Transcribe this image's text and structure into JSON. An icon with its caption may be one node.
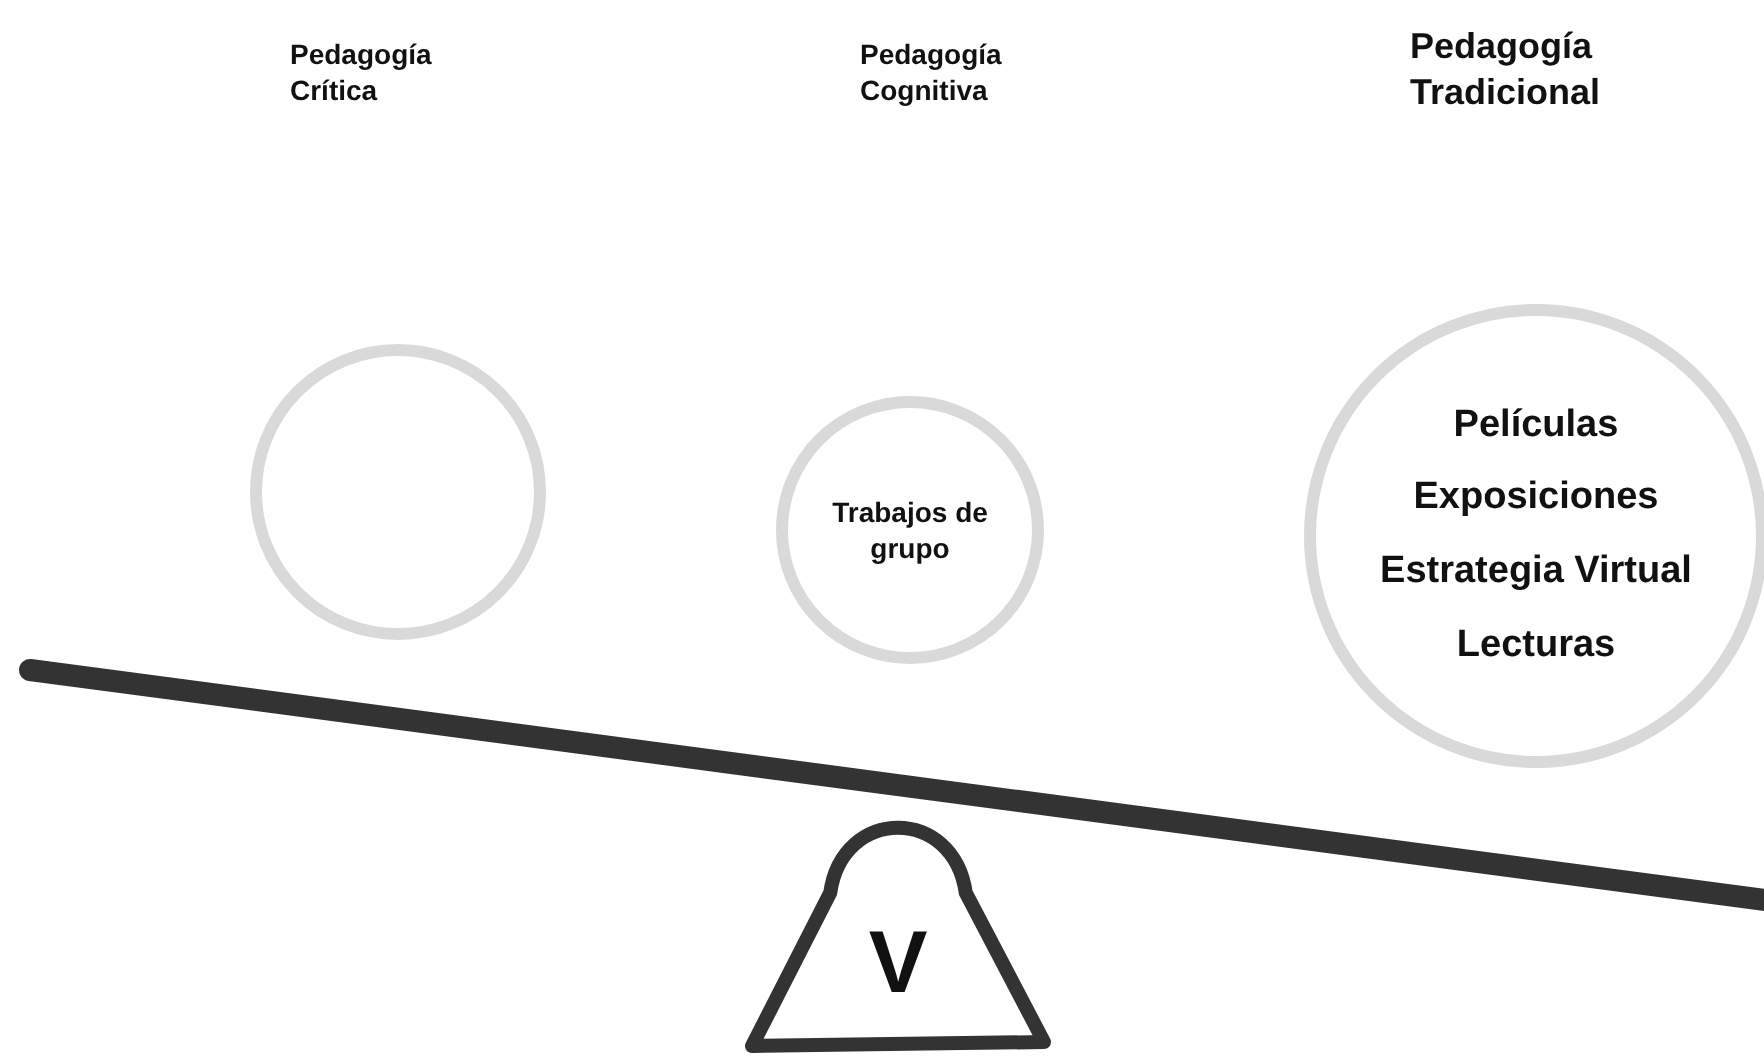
{
  "diagram": {
    "nodes": [
      {
        "text": [],
        "shape": "circle"
      },
      {
        "text": [
          "Trabajos de grupo"
        ]
      },
      {
        "text": [
          "Películas",
          "Exposiciones",
          "Estrategia Virtual",
          "Lecturas"
        ]
      },
      {
        "text": [
          "V"
        ]
      }
    ],
    "labels": [
      "Pedagogía Crítica",
      "Pedagogía Cognitiva",
      "Pedagogía Tradicional"
    ]
  }
}
